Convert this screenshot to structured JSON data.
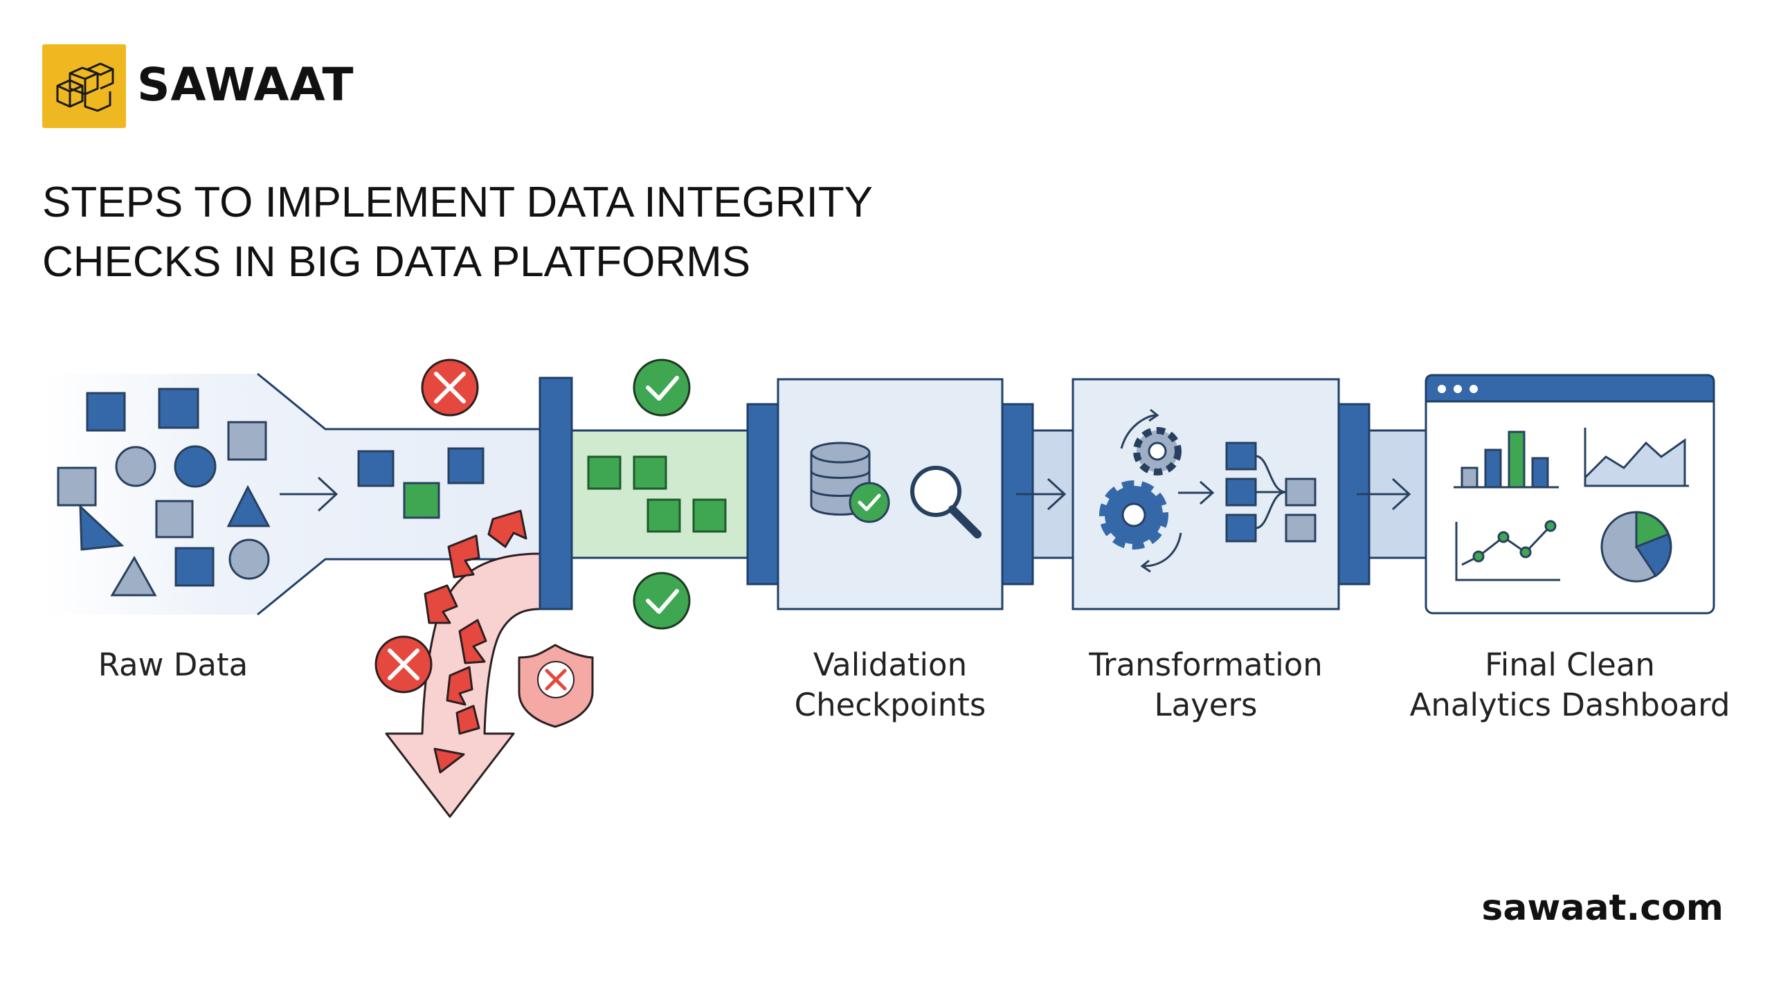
{
  "brand": {
    "name": "SAWAAT",
    "icon": "stacked-boxes-icon",
    "color": "#f0b820"
  },
  "title": {
    "line1": "STEPS TO IMPLEMENT DATA INTEGRITY",
    "line2": "CHECKS IN BIG DATA PLATFORMS"
  },
  "stages": {
    "raw": "Raw Data",
    "validation": {
      "line1": "Validation",
      "line2": "Checkpoints"
    },
    "transformation": {
      "line1": "Transformation",
      "line2": "Layers"
    },
    "dashboard": {
      "line1": "Final Clean",
      "line2": "Analytics Dashboard"
    }
  },
  "footer": {
    "url": "sawaat.com"
  },
  "colors": {
    "blue": "#3568a8",
    "blue_light": "#e4ecf6",
    "green": "#3fa752",
    "green_light": "#cfeacf",
    "red": "#e5483e",
    "red_light": "#f8d2d0"
  }
}
